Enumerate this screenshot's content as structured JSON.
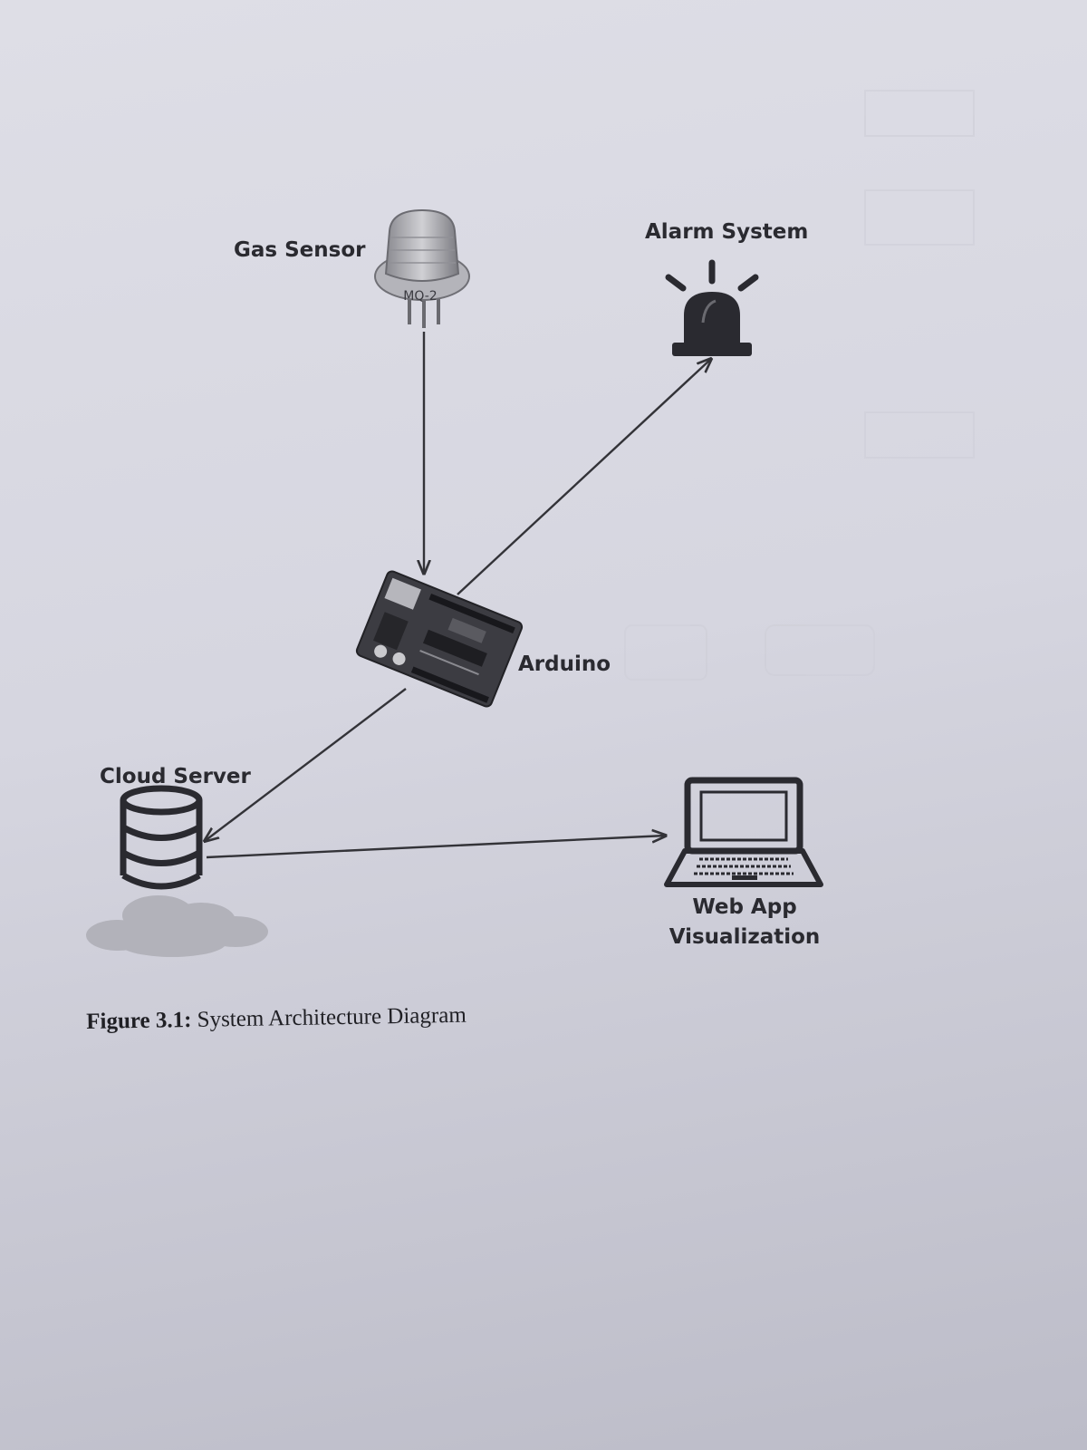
{
  "nodes": {
    "gas_sensor": {
      "label": "Gas Sensor",
      "chip_label": "MQ-2"
    },
    "alarm": {
      "label": "Alarm System"
    },
    "arduino": {
      "label": "Arduino"
    },
    "cloud": {
      "label": "Cloud Server"
    },
    "webapp": {
      "label_line1": "Web App",
      "label_line2": "Visualization"
    }
  },
  "edges": [
    {
      "from": "gas_sensor",
      "to": "arduino"
    },
    {
      "from": "arduino",
      "to": "alarm"
    },
    {
      "from": "arduino",
      "to": "cloud"
    },
    {
      "from": "cloud",
      "to": "webapp"
    }
  ],
  "caption": {
    "number": "Figure 3.1",
    "separator": ":",
    "text": " System Architecture Diagram"
  },
  "colors": {
    "ink": "#2a2a30",
    "line": "#333338"
  }
}
